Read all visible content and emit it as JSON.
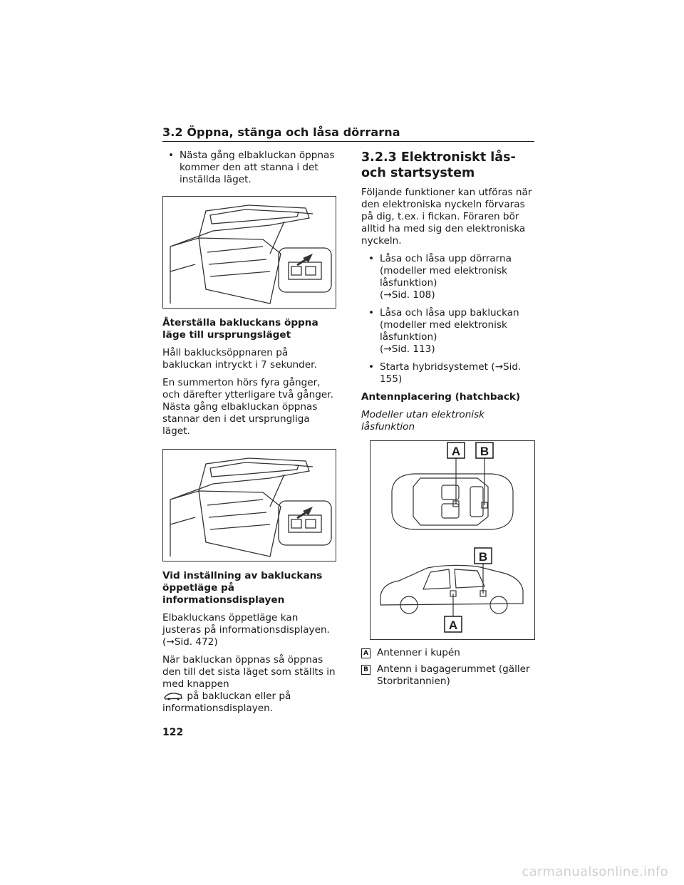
{
  "header": {
    "section_title": "3.2 Öppna, stänga och låsa dörrarna"
  },
  "left": {
    "bullet_next_open": "Nästa gång elbakluckan öppnas kommer den att stanna i det inställda läget.",
    "reset_heading": "Återställa bakluckans öppna läge till ursprungsläget",
    "reset_p1": "Håll baklucksöppnaren på bakluckan intryckt i 7 sekunder.",
    "reset_p2": "En summerton hörs fyra gånger, och därefter ytterligare två gånger. Nästa gång elbakluckan öppnas stannar den i det ursprungliga läget.",
    "display_heading": "Vid inställning av bakluckans öppetläge på informationsdisplayen",
    "display_p1": "Elbakluckans öppetläge kan justeras på informationsdisplayen. (→Sid. 472)",
    "display_p2_a": "När bakluckan öppnas så öppnas den till det sista läget som ställts in med knappen",
    "display_p2_b": "på bakluckan eller på informationsdisplayen."
  },
  "right": {
    "section_number": "3.2.3",
    "section_heading": "Elektroniskt lås- och startsystem",
    "intro": "Följande funktioner kan utföras när den elektroniska nyckeln förvaras på dig, t.ex. i fickan. Föraren bör alltid ha med sig den elektroniska nyckeln.",
    "bullets": [
      {
        "text": "Låsa och låsa upp dörrarna (modeller med elektronisk låsfunktion)",
        "ref": "(→Sid. 108)"
      },
      {
        "text": "Låsa och låsa upp bakluckan (modeller med elektronisk låsfunktion)",
        "ref": "(→Sid. 113)"
      },
      {
        "text": "Starta hybridsystemet (→Sid. 155)",
        "ref": ""
      }
    ],
    "antenna_heading": "Antennplacering (hatchback)",
    "antenna_subheading": "Modeller utan elektronisk låsfunktion",
    "figure_labels": {
      "a": "A",
      "b": "B"
    },
    "legend": [
      {
        "key": "A",
        "text": "Antenner i kupén"
      },
      {
        "key": "B",
        "text": "Antenn i bagagerummet (gäller Storbritannien)"
      }
    ]
  },
  "footer": {
    "page_number": "122",
    "watermark": "carmanualsonline.info"
  },
  "icons": [
    "tailgate-figure",
    "antenna-location-figure",
    "tailgate-button-icon"
  ],
  "colors": {
    "text": "#1a1a1a",
    "figure_border": "#333333",
    "watermark": "#d0d0d0"
  }
}
